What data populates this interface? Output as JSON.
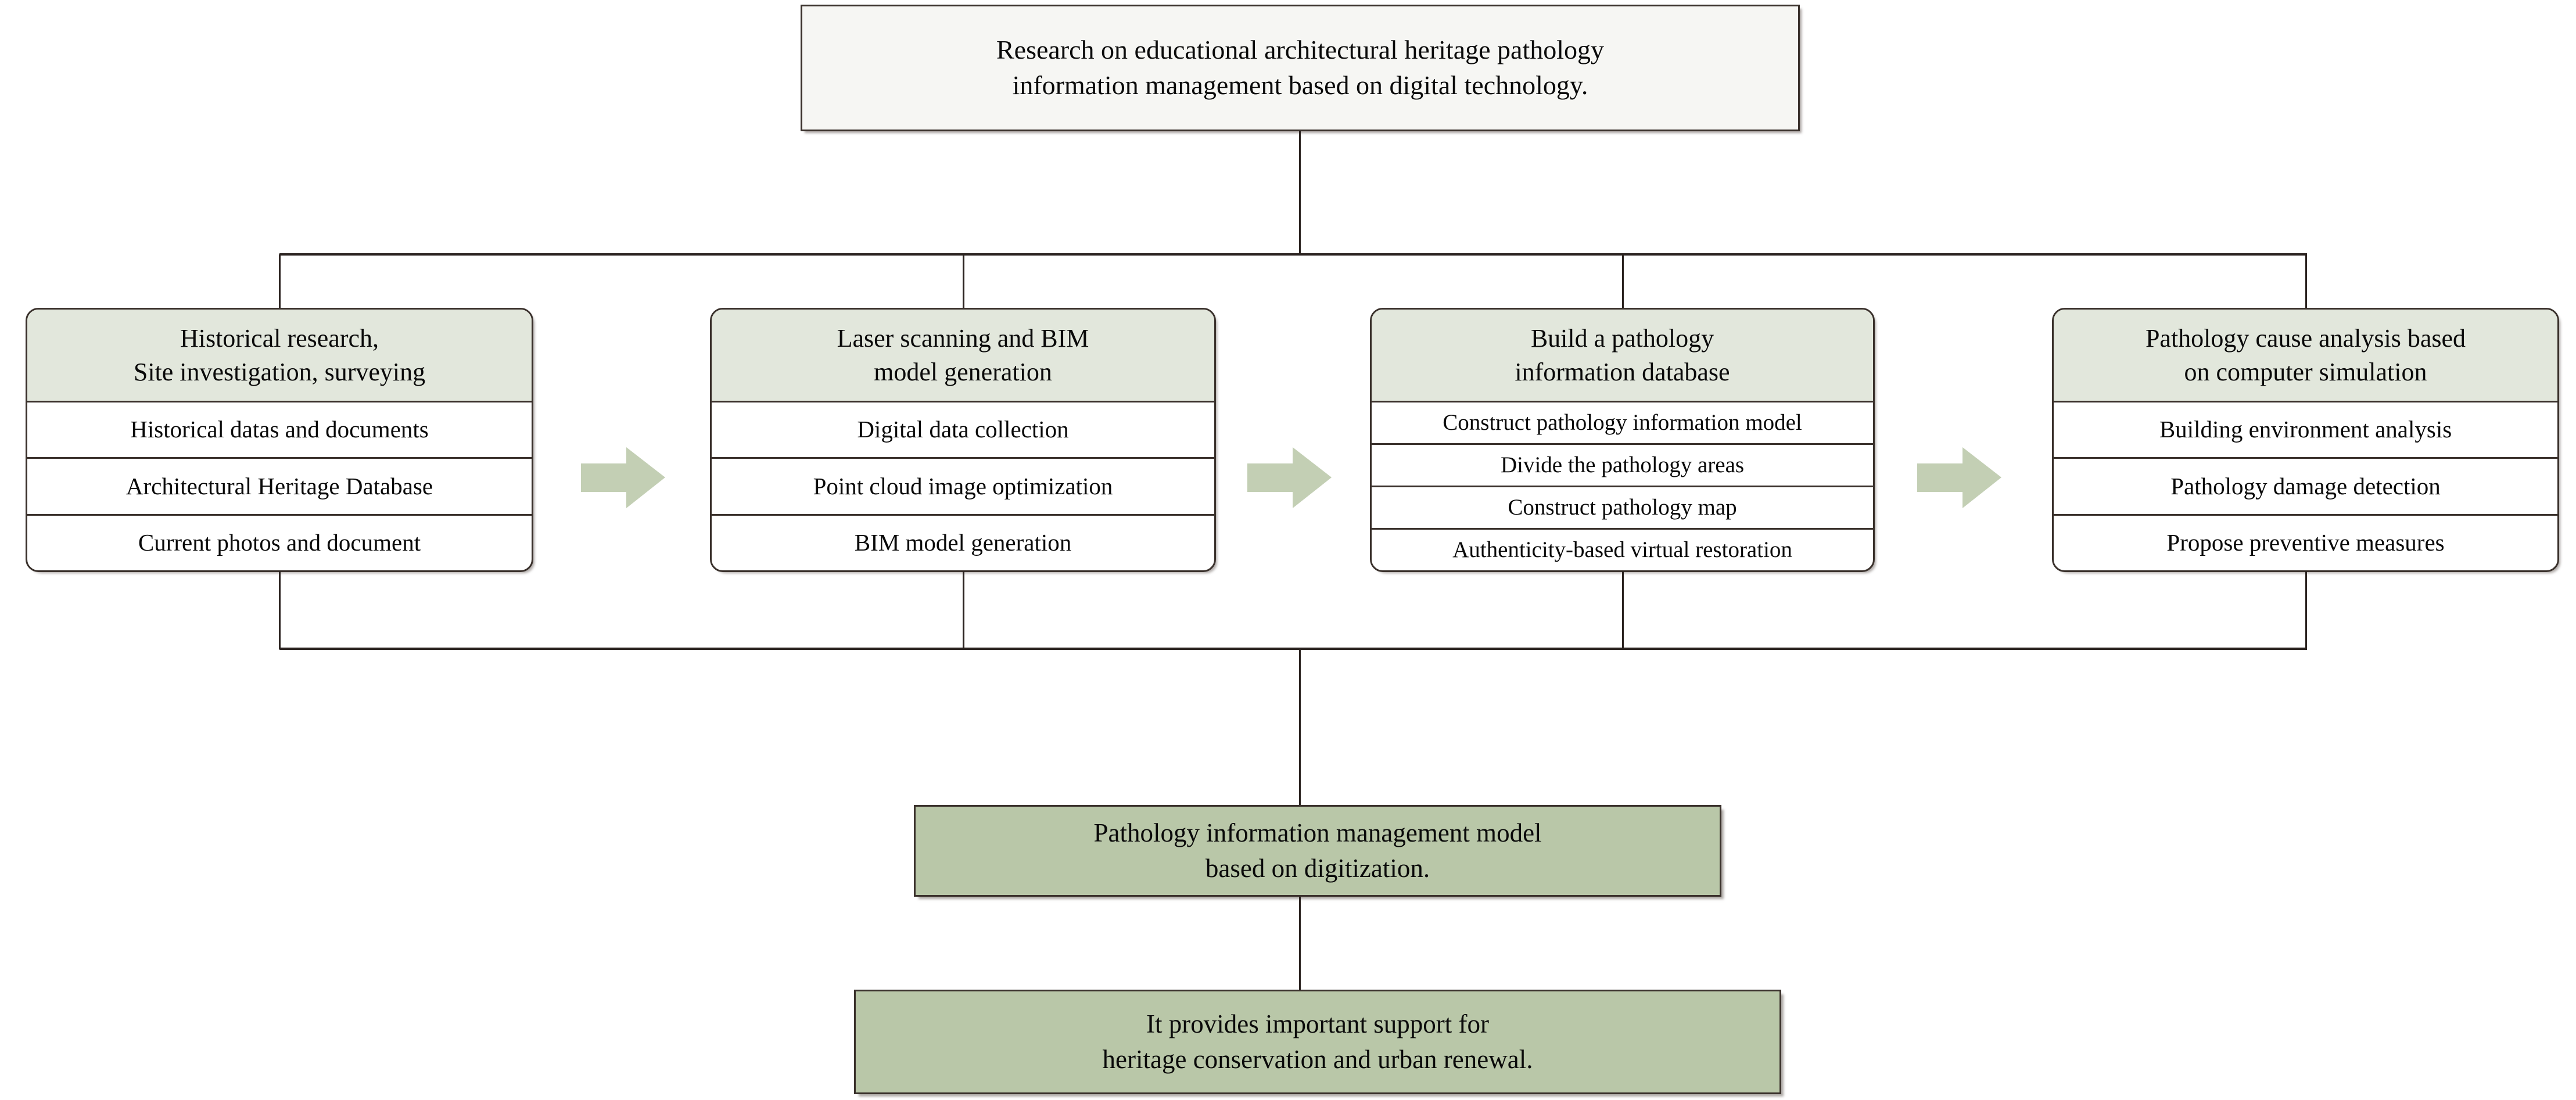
{
  "diagram": {
    "title_box": {
      "line1": "Research on educational architectural heritage pathology",
      "line2": "information management based on digital technology."
    },
    "phases": [
      {
        "head_line1": "Historical research,",
        "head_line2": "Site investigation, surveying",
        "rows": [
          "Historical datas and documents",
          "Architectural Heritage Database",
          "Current photos and document"
        ]
      },
      {
        "head_line1": "Laser scanning and BIM",
        "head_line2": "model generation",
        "rows": [
          "Digital data collection",
          "Point cloud image optimization",
          "BIM model generation"
        ]
      },
      {
        "head_line1": "Build a pathology",
        "head_line2": "information database",
        "rows": [
          "Construct pathology information model",
          "Divide the pathology areas",
          "Construct pathology map",
          "Authenticity-based virtual restoration"
        ]
      },
      {
        "head_line1": "Pathology cause analysis based",
        "head_line2": "on computer simulation",
        "rows": [
          "Building environment analysis",
          "Pathology damage detection",
          "Propose preventive measures"
        ]
      }
    ],
    "arrows": [
      {
        "name": "arrow-phase1-to-phase2"
      },
      {
        "name": "arrow-phase2-to-phase3"
      },
      {
        "name": "arrow-phase3-to-phase4"
      }
    ],
    "outcomes": [
      {
        "line1": "Pathology information management model",
        "line2": "based on digitization."
      },
      {
        "line1": "It provides important support for",
        "line2": "heritage conservation and urban renewal."
      }
    ],
    "colors": {
      "header_fill": "#e2e7dc",
      "outcome_fill": "#b9c7a8",
      "arrow_fill": "#c3cfb4",
      "title_fill": "#f6f6f3",
      "stroke": "#3a312c",
      "text": "#0a0a0a",
      "background": "#ffffff"
    }
  }
}
